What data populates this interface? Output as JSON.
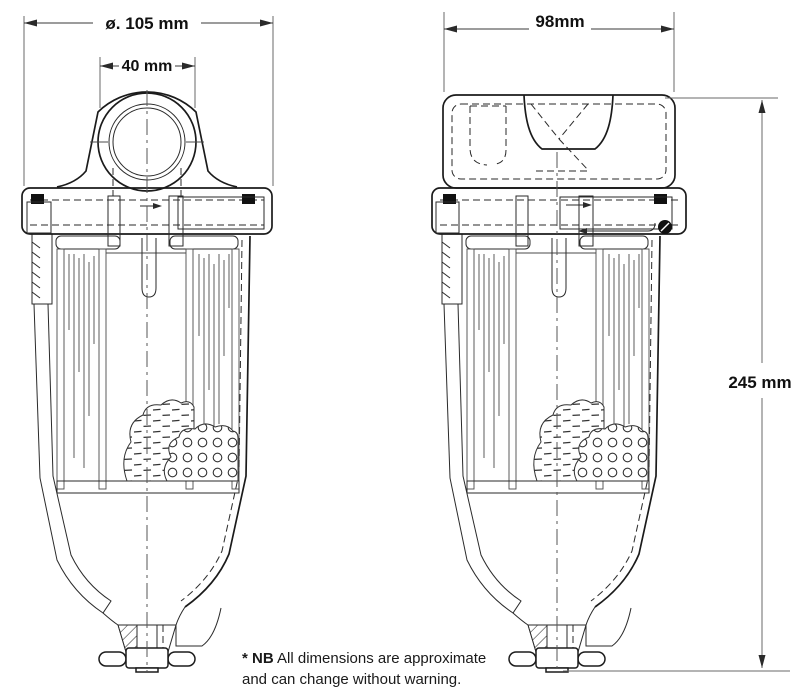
{
  "dimensions": {
    "diameter": "ø. 105 mm",
    "port": "40 mm",
    "width": "98mm",
    "height": "245 mm"
  },
  "note": {
    "prefix": "* NB",
    "line1": " All dimensions are approximate",
    "line2": "and can change without warning."
  },
  "colors": {
    "background": "#ffffff",
    "drawing_line": "#1b1b1b",
    "dimension_line": "#6a6a6a",
    "text": "#111111"
  }
}
